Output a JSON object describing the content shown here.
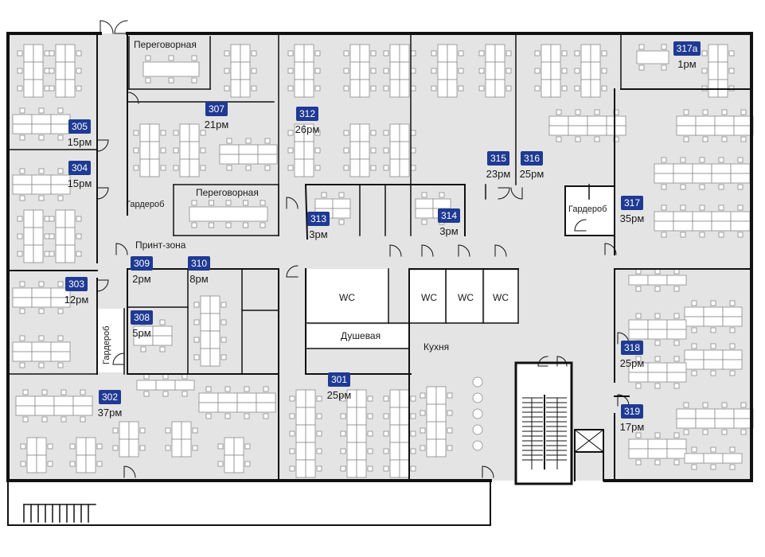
{
  "colors": {
    "wall": "#111111",
    "floor": "#e4e4e4",
    "furniture": "#ffffff",
    "furniture_stroke": "#8a8a8a",
    "badge": "#1f3a93",
    "badge_text": "#ffffff"
  },
  "rooms": [
    {
      "id": "r317a",
      "number": "317a",
      "capacity": "1рм"
    },
    {
      "id": "r307",
      "number": "307",
      "capacity": "21рм"
    },
    {
      "id": "r312",
      "number": "312",
      "capacity": "26рм"
    },
    {
      "id": "r305",
      "number": "305",
      "capacity": "15рм"
    },
    {
      "id": "r304",
      "number": "304",
      "capacity": "15рм"
    },
    {
      "id": "r315",
      "number": "315",
      "capacity": "23рм"
    },
    {
      "id": "r316",
      "number": "316",
      "capacity": "25рм"
    },
    {
      "id": "r317",
      "number": "317",
      "capacity": "35рм"
    },
    {
      "id": "r313",
      "number": "313",
      "capacity": "3рм"
    },
    {
      "id": "r314",
      "number": "314",
      "capacity": "3рм"
    },
    {
      "id": "r309",
      "number": "309",
      "capacity": "2рм"
    },
    {
      "id": "r310",
      "number": "310",
      "capacity": "8рм"
    },
    {
      "id": "r303",
      "number": "303",
      "capacity": "12рм"
    },
    {
      "id": "r308",
      "number": "308",
      "capacity": "5рм"
    },
    {
      "id": "r318",
      "number": "318",
      "capacity": "25рм"
    },
    {
      "id": "r301",
      "number": "301",
      "capacity": "25рм"
    },
    {
      "id": "r302",
      "number": "302",
      "capacity": "37рм"
    },
    {
      "id": "r319",
      "number": "319",
      "capacity": "17рм"
    }
  ],
  "labels": {
    "meeting_top": "Переговорная",
    "meeting_mid": "Переговорная",
    "wardrobe_left": "Гардероб",
    "wardrobe_right": "Гардероб",
    "wardrobe_vertical": "Гардероб",
    "print_zone": "Принт-зона",
    "wc1": "WC",
    "wc2": "WC",
    "wc3": "WC",
    "wc4": "WC",
    "shower": "Душевая",
    "kitchen": "Кухня"
  }
}
